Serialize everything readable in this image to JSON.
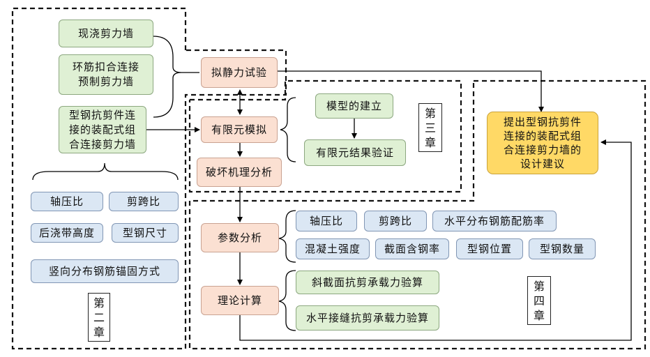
{
  "chapter2": {
    "label": "第\n二\n章",
    "walls": [
      "现浇剪力墙",
      "环筋扣合连接\n预制剪力墙",
      "型钢抗剪件连\n接的装配式组\n合连接剪力墙"
    ],
    "params": [
      "轴压比",
      "剪跨比",
      "后浇带高度",
      "型钢尺寸",
      "竖向分布钢筋锚固方式"
    ]
  },
  "center": {
    "quasi_static": "拟静力试验",
    "fem": "有限元模拟",
    "failure": "破坏机理分析",
    "param_analysis": "参数分析",
    "theory": "理论计算"
  },
  "chapter3": {
    "label": "第\n三\n章",
    "model": "模型的建立",
    "verify": "有限元结果验证"
  },
  "chapter4": {
    "label": "第\n四\n章",
    "params": [
      "轴压比",
      "剪跨比",
      "水平分布钢筋配筋率",
      "混凝土强度",
      "截面含钢率",
      "型钢位置",
      "型钢数量"
    ],
    "calcs": [
      "斜截面抗剪承载力验算",
      "水平接缝抗剪承载力验算"
    ]
  },
  "result": "提出型钢抗剪件\n连接的装配式组\n合连接剪力墙的\n设计建议"
}
